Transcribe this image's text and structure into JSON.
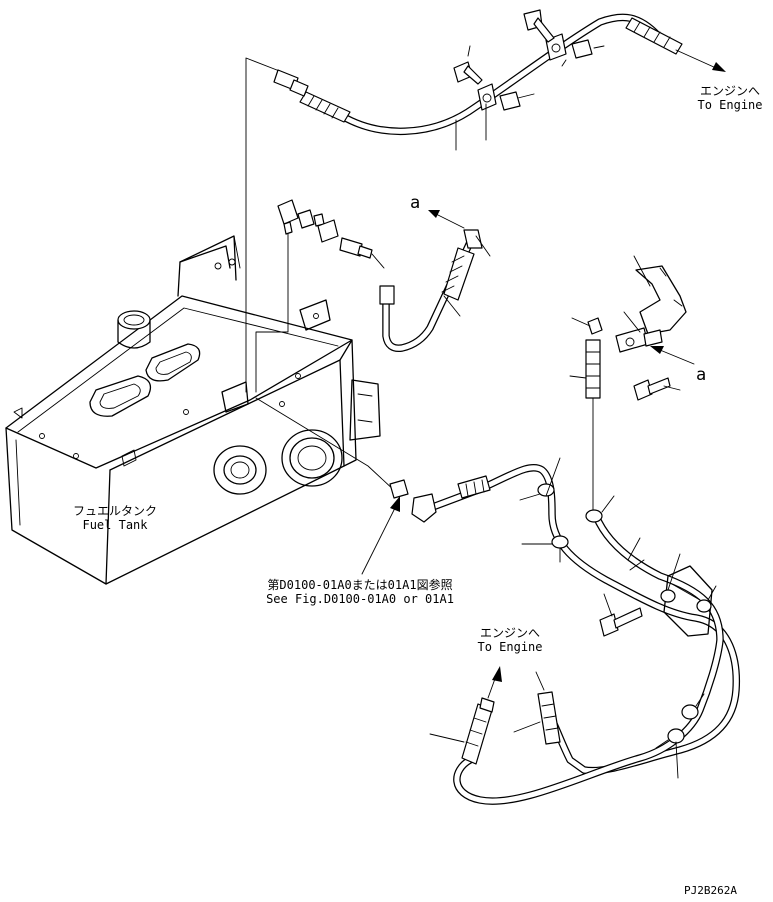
{
  "labels": {
    "engine_top_jp": "エンジンへ",
    "engine_top_en": "To Engine",
    "fuel_tank_jp": "フュエルタンク",
    "fuel_tank_en": "Fuel Tank",
    "see_fig_jp": "第D0100-01A0または01A1図参照",
    "see_fig_en": "See Fig.D0100-01A0 or 01A1",
    "engine_bottom_jp": "エンジンへ",
    "engine_bottom_en": "To Engine",
    "ref_a_upper": "a",
    "ref_a_right": "a",
    "drawing_code": "PJ2B262A"
  }
}
